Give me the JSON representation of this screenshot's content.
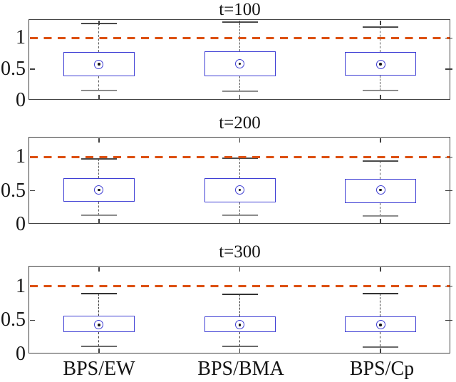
{
  "figure": {
    "background": "#ffffff",
    "accent_red": "#DC4F10",
    "box_blue": "#3E3ED4",
    "whisker_gray": "#5c5c5c"
  },
  "x_axis_labels": [
    "BPS/EW",
    "BPS/BMA",
    "BPS/Cp"
  ],
  "chart_data": [
    {
      "type": "box",
      "title": "t=100",
      "categories": [
        "BPS/EW",
        "BPS/BMA",
        "BPS/Cp"
      ],
      "ylim": [
        0,
        1.3
      ],
      "yticks": [
        0,
        0.5,
        1
      ],
      "ytick_labels": [
        "0",
        "0.5",
        "1"
      ],
      "reference_line_y": 1,
      "reference_line_style": "dashed",
      "boxes": [
        {
          "label": "BPS/EW",
          "whisker_low": 0.16,
          "q1": 0.39,
          "median": 0.58,
          "q3": 0.78,
          "whisker_high": 1.23
        },
        {
          "label": "BPS/BMA",
          "whisker_low": 0.15,
          "q1": 0.39,
          "median": 0.59,
          "q3": 0.79,
          "whisker_high": 1.25
        },
        {
          "label": "BPS/Cp",
          "whisker_low": 0.16,
          "q1": 0.4,
          "median": 0.58,
          "q3": 0.77,
          "whisker_high": 1.18
        }
      ]
    },
    {
      "type": "box",
      "title": "t=200",
      "categories": [
        "BPS/EW",
        "BPS/BMA",
        "BPS/Cp"
      ],
      "ylim": [
        0,
        1.3
      ],
      "yticks": [
        0,
        0.5,
        1
      ],
      "ytick_labels": [
        "0",
        "0.5",
        "1"
      ],
      "reference_line_y": 1,
      "reference_line_style": "dashed",
      "boxes": [
        {
          "label": "BPS/EW",
          "whisker_low": 0.14,
          "q1": 0.34,
          "median": 0.51,
          "q3": 0.69,
          "whisker_high": 0.97
        },
        {
          "label": "BPS/BMA",
          "whisker_low": 0.14,
          "q1": 0.33,
          "median": 0.51,
          "q3": 0.69,
          "whisker_high": 0.98
        },
        {
          "label": "BPS/Cp",
          "whisker_low": 0.13,
          "q1": 0.32,
          "median": 0.51,
          "q3": 0.68,
          "whisker_high": 0.94
        }
      ]
    },
    {
      "type": "box",
      "title": "t=300",
      "categories": [
        "BPS/EW",
        "BPS/BMA",
        "BPS/Cp"
      ],
      "ylim": [
        0,
        1.3
      ],
      "yticks": [
        0,
        0.5,
        1
      ],
      "ytick_labels": [
        "0",
        "0.5",
        "1"
      ],
      "reference_line_y": 1,
      "reference_line_style": "dashed",
      "boxes": [
        {
          "label": "BPS/EW",
          "whisker_low": 0.12,
          "q1": 0.33,
          "median": 0.43,
          "q3": 0.57,
          "whisker_high": 0.89
        },
        {
          "label": "BPS/BMA",
          "whisker_low": 0.12,
          "q1": 0.32,
          "median": 0.43,
          "q3": 0.56,
          "whisker_high": 0.88
        },
        {
          "label": "BPS/Cp",
          "whisker_low": 0.11,
          "q1": 0.32,
          "median": 0.43,
          "q3": 0.56,
          "whisker_high": 0.89
        }
      ]
    }
  ]
}
